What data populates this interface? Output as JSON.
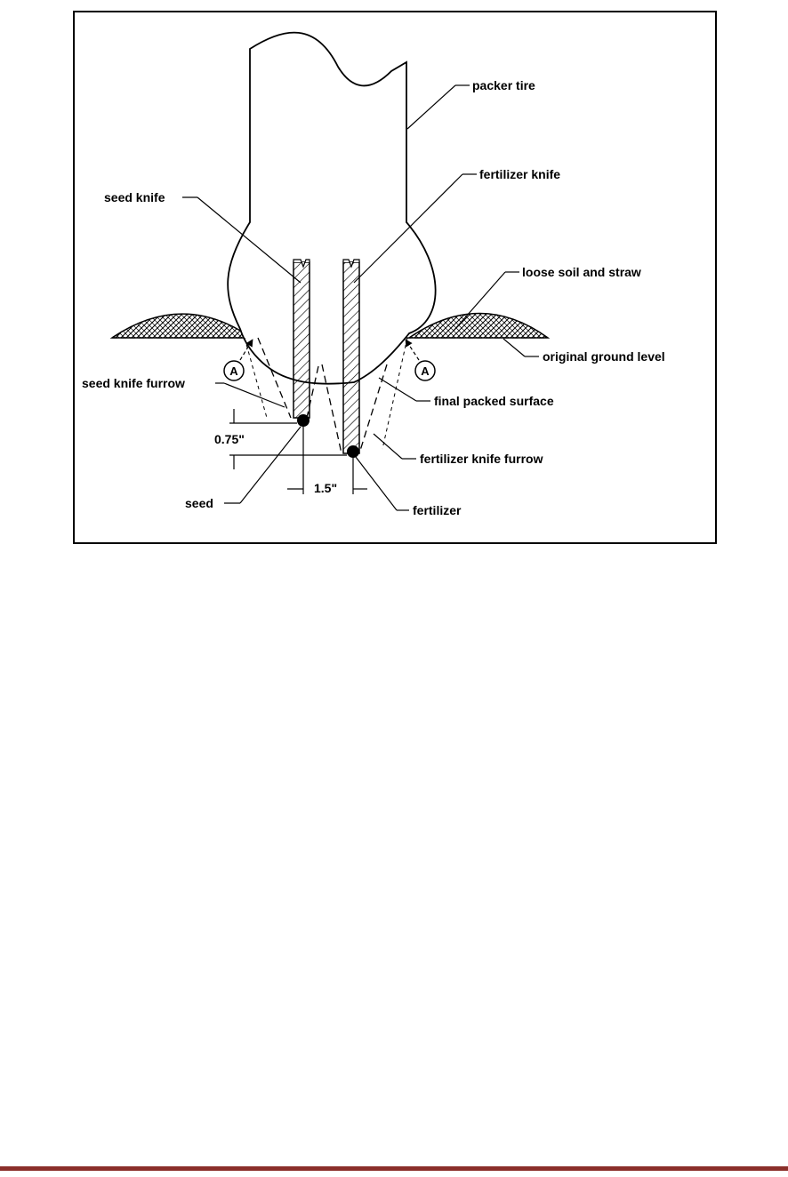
{
  "labels": {
    "packer_tire": "packer tire",
    "fertilizer_knife": "fertilizer knife",
    "seed_knife": "seed knife",
    "loose_soil": "loose soil and straw",
    "original_ground": "original ground level",
    "seed_knife_furrow": "seed knife furrow",
    "final_packed": "final packed surface",
    "fertilizer_knife_furrow": "fertilizer knife furrow",
    "seed": "seed",
    "fertilizer": "fertilizer",
    "marker_left": "A",
    "marker_right": "A"
  },
  "dimensions": {
    "vertical_offset": "0.75\"",
    "horizontal_spacing": "1.5\""
  },
  "colors": {
    "ink": "#000000",
    "footer_rule": "#8b2f2a"
  }
}
